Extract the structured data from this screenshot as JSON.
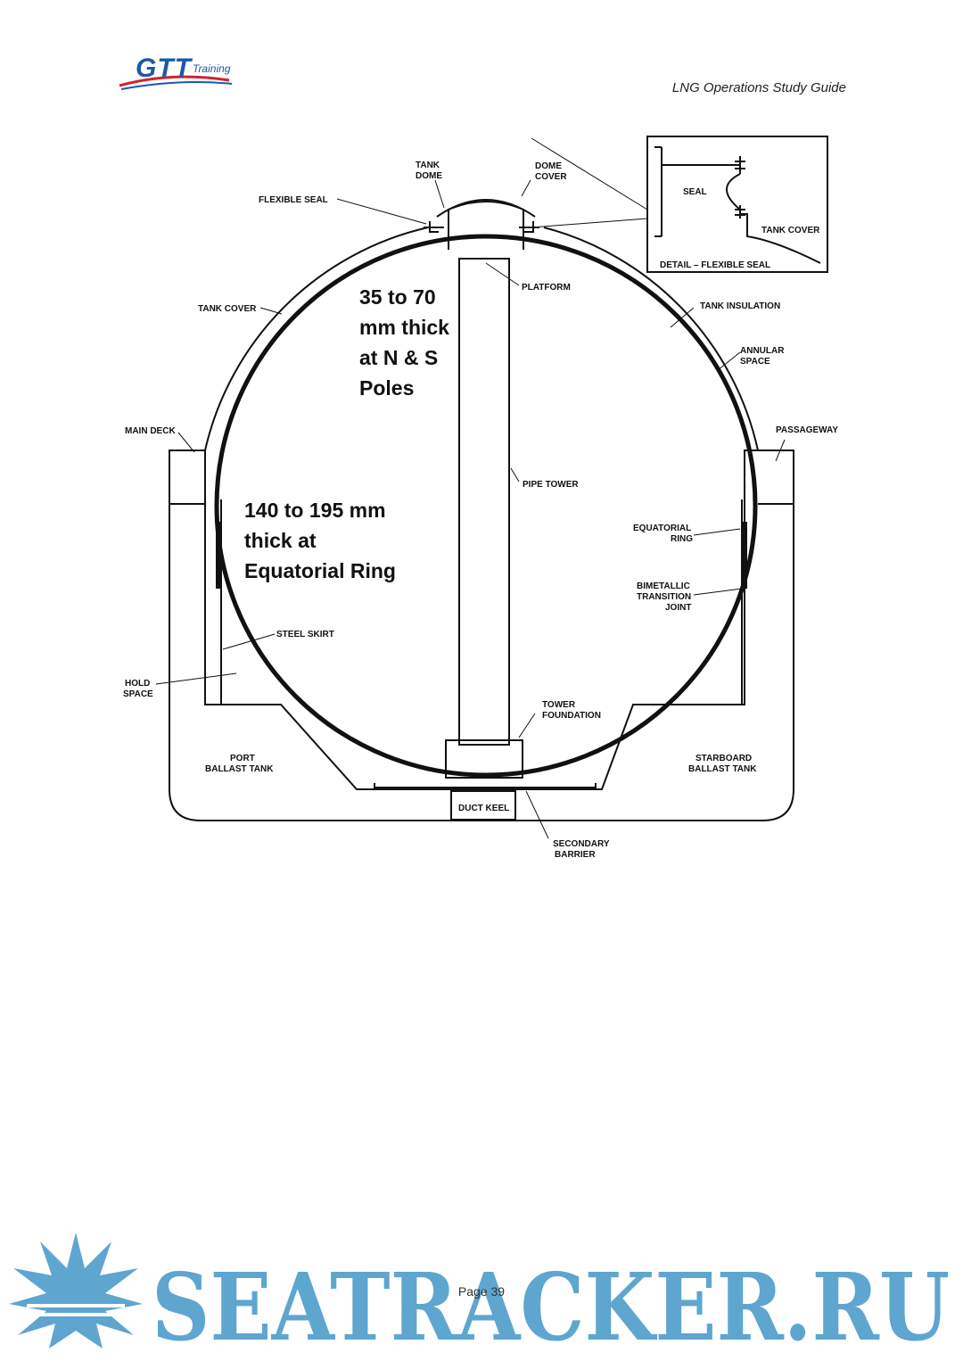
{
  "header": {
    "logo_text": "GTT",
    "logo_subtext": "Training",
    "title": "LNG Operations Study Guide"
  },
  "diagram": {
    "labels": {
      "tank_dome": [
        "TANK",
        "DOME"
      ],
      "dome_cover": [
        "DOME",
        "COVER"
      ],
      "flexible_seal": "FLEXIBLE SEAL",
      "platform": "PLATFORM",
      "tank_cover": "TANK COVER",
      "tank_insulation": "TANK INSULATION",
      "annular_space": [
        "ANNULAR",
        "SPACE"
      ],
      "main_deck": "MAIN DECK",
      "passageway": "PASSAGEWAY",
      "pipe_tower": "PIPE TOWER",
      "equatorial_ring": [
        "EQUATORIAL",
        "RING"
      ],
      "bimetallic_joint": [
        "BIMETALLIC",
        "TRANSITION",
        "JOINT"
      ],
      "steel_skirt": "STEEL SKIRT",
      "hold_space": [
        "HOLD",
        "SPACE"
      ],
      "tower_foundation": [
        "TOWER",
        "FOUNDATION"
      ],
      "port_ballast": [
        "PORT",
        "BALLAST TANK"
      ],
      "starboard_ballast": [
        "STARBOARD",
        "BALLAST TANK"
      ],
      "duct_keel": "DUCT KEEL",
      "secondary_barrier": [
        "SECONDARY",
        "BARRIER"
      ],
      "detail_seal": "SEAL",
      "detail_tank_cover": "TANK COVER",
      "detail_title": "DETAIL – FLEXIBLE SEAL"
    },
    "notes": {
      "poles": [
        "35 to 70",
        "mm thick",
        "at N & S",
        "Poles"
      ],
      "equator": [
        "140 to 195 mm",
        "thick at",
        "Equatorial Ring"
      ]
    }
  },
  "footer": {
    "page_number": "Page 39",
    "watermark": "SEATRACKER.RU"
  },
  "colors": {
    "logo_blue": "#1a5aa6",
    "logo_red": "#d2232a",
    "watermark": "#5ea6cf"
  }
}
